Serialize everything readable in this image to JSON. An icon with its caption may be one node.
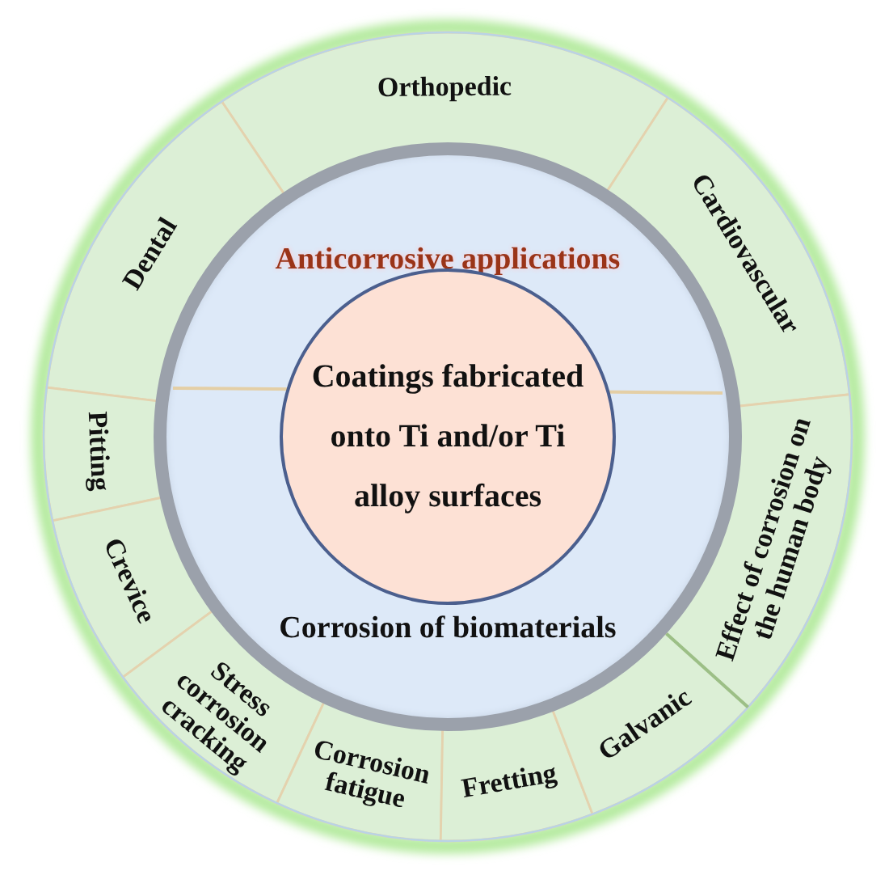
{
  "diagram": {
    "nodes": [
      {
        "text": [
          "Orthopedic"
        ]
      },
      {
        "text": [
          "Dental"
        ]
      },
      {
        "text": [
          "Cardiovascular"
        ]
      },
      {
        "text": [
          "Anticorrosive applications",
          "Corrosion of biomaterials"
        ]
      },
      {
        "text": [
          "Coatings fabricated onto Ti and/or Ti alloy surfaces"
        ],
        "in": 3
      },
      {
        "text": [
          "Pitting"
        ]
      },
      {
        "text": [
          "Effect of corrosion on the human body"
        ]
      },
      {
        "text": [
          "Crevice"
        ]
      },
      {
        "text": [
          "Stress corrosion cracking"
        ]
      },
      {
        "text": [
          "Corrosion fatigue"
        ]
      },
      {
        "text": [
          "Fretting"
        ]
      },
      {
        "text": [
          "Galvanic"
        ]
      }
    ]
  }
}
